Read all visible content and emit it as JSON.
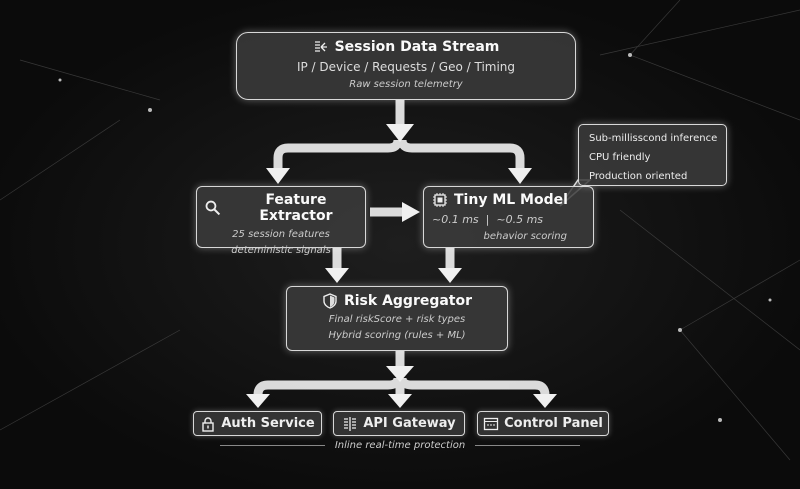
{
  "session": {
    "title": "Session Data Stream",
    "subtitle": "IP / Device / Requests / Geo / Timing",
    "note": "Raw session telemetry"
  },
  "feature": {
    "title": "Feature Extractor",
    "line1": "25 session features",
    "line2": "deteministic signals"
  },
  "model": {
    "title": "Tiny ML Model",
    "lat1": "~0.1 ms",
    "sep": "|",
    "lat2": "~0.5 ms",
    "note": "behavior scoring"
  },
  "callout": {
    "items": [
      "Sub-millisscond inference",
      "CPU friendly",
      "Production oriented"
    ]
  },
  "risk": {
    "title": "Risk Aggregator",
    "line1": "Final riskScore + risk types",
    "line2": "Hybrid scoring (rules + ML)"
  },
  "outputs": [
    {
      "label": "Auth Service",
      "icon": "lock-icon"
    },
    {
      "label": "API Gateway",
      "icon": "gateway-icon"
    },
    {
      "label": "Control Panel",
      "icon": "panel-icon"
    }
  ],
  "caption": "Inline real-time protection"
}
